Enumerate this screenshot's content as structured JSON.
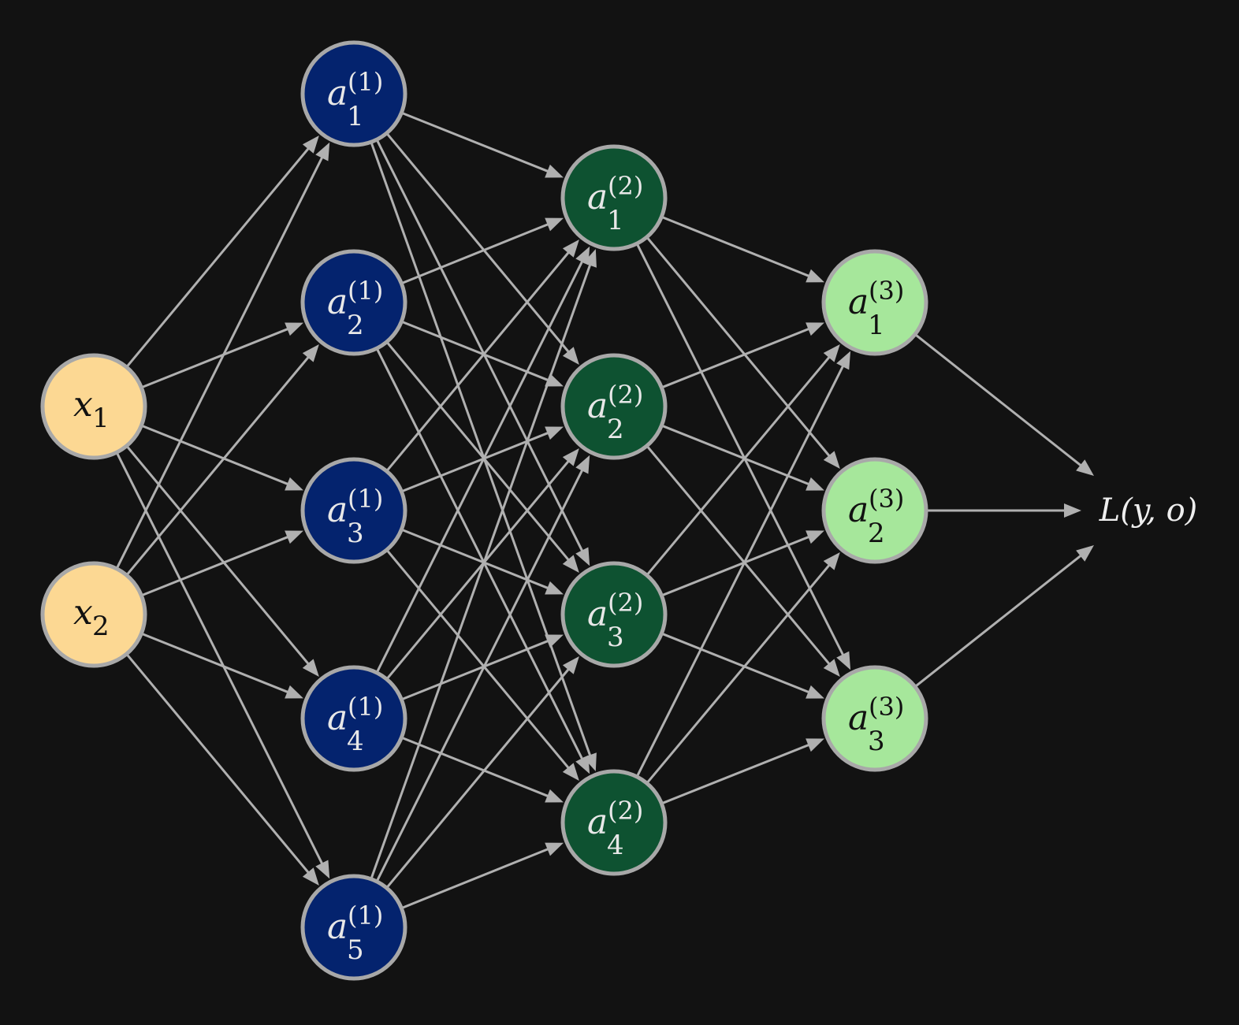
{
  "colors": {
    "background": "#121212",
    "edge": "#b0b0b0",
    "node_border": "#a8a8a8",
    "input_fill": "#fcd893",
    "input_text": "#111111",
    "hidden1_fill": "#04236e",
    "hidden1_text": "#e8e8e8",
    "hidden2_fill": "#0e5231",
    "hidden2_text": "#e8e8e8",
    "output_fill": "#a6e79b",
    "output_text": "#111111",
    "loss_text": "#eeeeee"
  },
  "layers": [
    {
      "id": "input",
      "nodes": [
        {
          "id": "x1",
          "base": "x",
          "sub": "1",
          "sup": ""
        },
        {
          "id": "x2",
          "base": "x",
          "sub": "2",
          "sup": ""
        }
      ]
    },
    {
      "id": "hidden1",
      "nodes": [
        {
          "id": "h1_1",
          "base": "a",
          "sub": "1",
          "sup": "(1)"
        },
        {
          "id": "h1_2",
          "base": "a",
          "sub": "2",
          "sup": "(1)"
        },
        {
          "id": "h1_3",
          "base": "a",
          "sub": "3",
          "sup": "(1)"
        },
        {
          "id": "h1_4",
          "base": "a",
          "sub": "4",
          "sup": "(1)"
        },
        {
          "id": "h1_5",
          "base": "a",
          "sub": "5",
          "sup": "(1)"
        }
      ]
    },
    {
      "id": "hidden2",
      "nodes": [
        {
          "id": "h2_1",
          "base": "a",
          "sub": "1",
          "sup": "(2)"
        },
        {
          "id": "h2_2",
          "base": "a",
          "sub": "2",
          "sup": "(2)"
        },
        {
          "id": "h2_3",
          "base": "a",
          "sub": "3",
          "sup": "(2)"
        },
        {
          "id": "h2_4",
          "base": "a",
          "sub": "4",
          "sup": "(2)"
        }
      ]
    },
    {
      "id": "output",
      "nodes": [
        {
          "id": "o1",
          "base": "a",
          "sub": "1",
          "sup": "(3)"
        },
        {
          "id": "o2",
          "base": "a",
          "sub": "2",
          "sup": "(3)"
        },
        {
          "id": "o3",
          "base": "a",
          "sub": "3",
          "sup": "(3)"
        }
      ]
    }
  ],
  "loss": {
    "label": "L(y, o)"
  }
}
